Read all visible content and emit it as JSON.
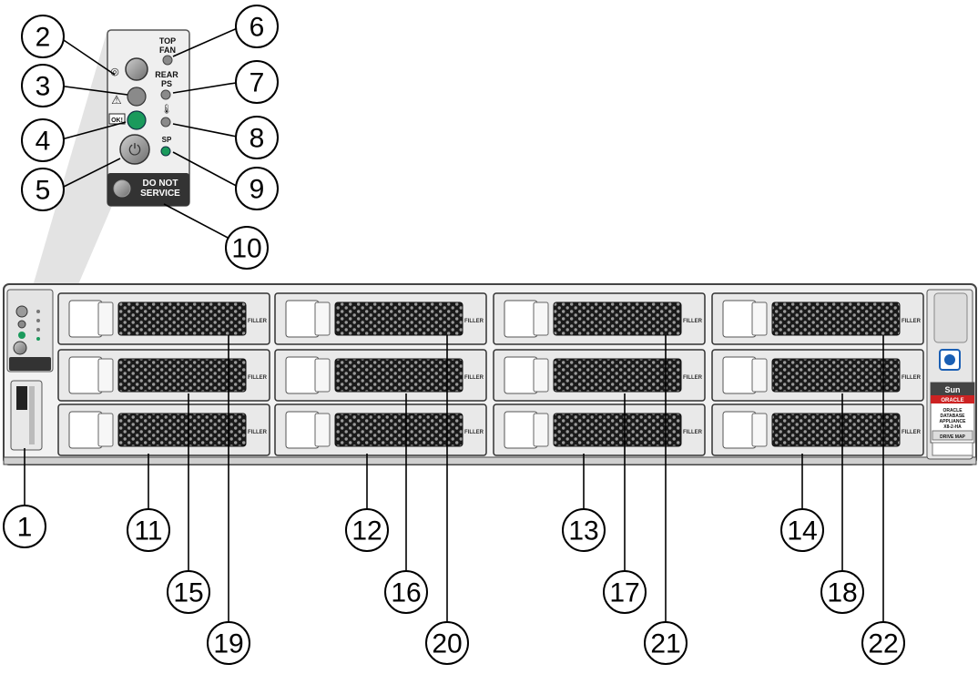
{
  "callouts": [
    "1",
    "2",
    "3",
    "4",
    "5",
    "6",
    "7",
    "8",
    "9",
    "10",
    "11",
    "12",
    "13",
    "14",
    "15",
    "16",
    "17",
    "18",
    "19",
    "20",
    "21",
    "22"
  ],
  "panel": {
    "top_fan": [
      "TOP",
      "FAN"
    ],
    "rear_ps": [
      "REAR",
      "PS"
    ],
    "sp": "SP",
    "ok": "OK!",
    "do_not_service": [
      "DO NOT",
      "SERVICE"
    ]
  },
  "drive_filler_label": "FILLER",
  "badge": {
    "sun": "Sun",
    "oracle": "ORACLE",
    "product": [
      "ORACLE",
      "DATABASE",
      "APPLIANCE",
      "X8-2-HA"
    ],
    "drive_map": "DRIVE MAP"
  },
  "colors": {
    "led_green": "#1a9a5c",
    "led_gray": "#8a8a8a",
    "chassis_fill": "#f2f2f2",
    "grille": "#1a1a1a",
    "oracle_red": "#cc2222"
  },
  "icons": [
    "locator-icon",
    "service-warning-icon",
    "ok-icon",
    "power-icon",
    "thermometer-icon",
    "intel-logo-icon"
  ]
}
